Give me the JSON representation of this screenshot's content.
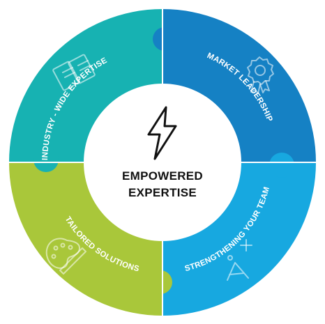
{
  "center": {
    "line1": "EMPOWERED",
    "line2": "EXPERTISE",
    "icon": "lightning-bolt-icon"
  },
  "segments": [
    {
      "key": "industry",
      "label": "INDUSTRY - WIDE EXPERTISE",
      "color": "#17b2b2",
      "icon": "documents-icon"
    },
    {
      "key": "market",
      "label": "MARKET LEADERSHIP",
      "color": "#1581c4",
      "icon": "award-badge-icon"
    },
    {
      "key": "team",
      "label": "STRENGTHENING YOUR TEAM",
      "color": "#17a8e0",
      "icon": "compass-tool-icon"
    },
    {
      "key": "tailored",
      "label": "TAILORED SOLUTIONS",
      "color": "#a9c73a",
      "icon": "palette-brush-icon"
    }
  ]
}
